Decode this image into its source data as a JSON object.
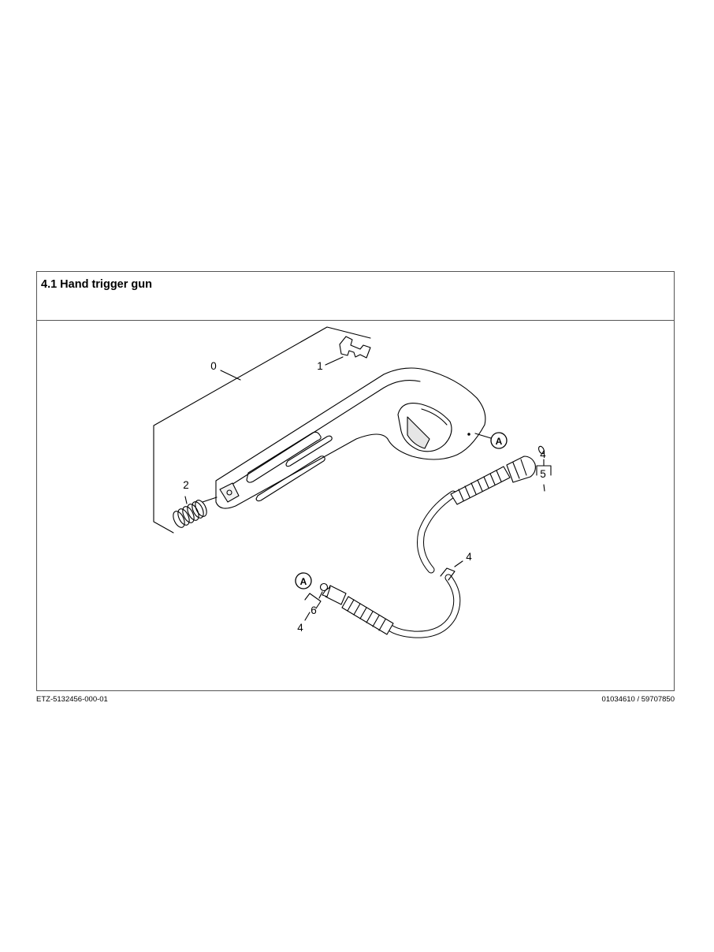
{
  "title": "4.1 Hand trigger gun",
  "footer": {
    "left": "ETZ-5132456-000-01",
    "right": "01034610 / 59707850"
  },
  "callouts": {
    "item0": "0",
    "item1": "1",
    "item2": "2",
    "item4_top": "4",
    "item5": "5",
    "item4_mid": "4",
    "item6": "6",
    "item4_bottom": "4",
    "ref_a_gun": "A",
    "ref_a_hose": "A"
  }
}
